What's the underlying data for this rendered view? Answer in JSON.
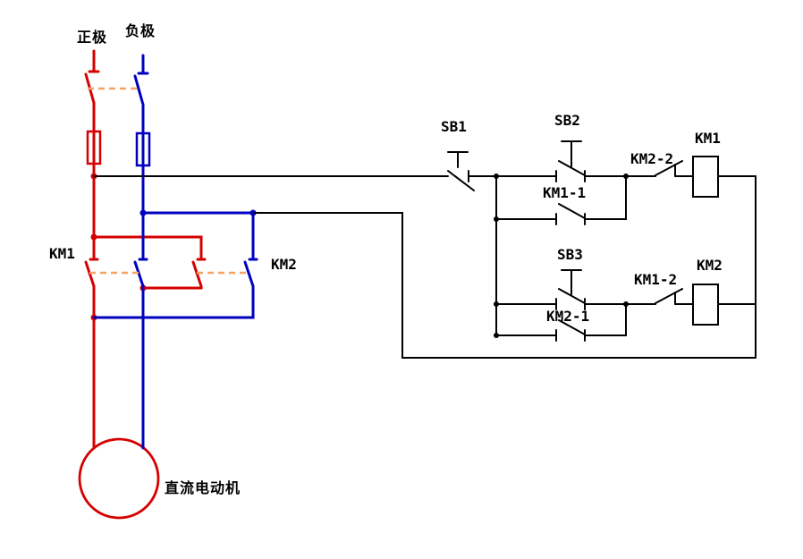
{
  "labels": {
    "positive": "正极",
    "negative": "负极",
    "km1_main": "KM1",
    "km2_main": "KM2",
    "sb1": "SB1",
    "sb2": "SB2",
    "sb3": "SB3",
    "km1_1": "KM1-1",
    "km2_1": "KM2-1",
    "km1_2": "KM1-2",
    "km2_2": "KM2-2",
    "km1_coil": "KM1",
    "km2_coil": "KM2",
    "motor": "直流电动机"
  },
  "colors": {
    "positive": "#d50000",
    "negative": "#0000c0",
    "control": "#000000",
    "link": "#f2a464",
    "background": "#ffffff"
  }
}
